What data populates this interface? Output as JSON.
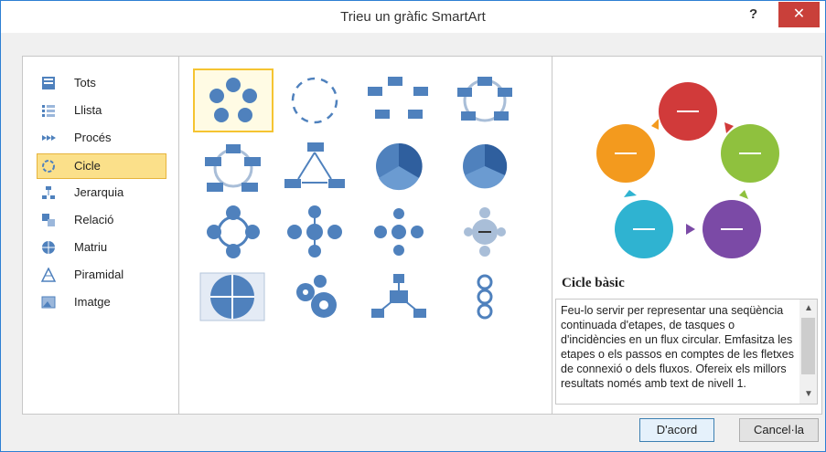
{
  "dialog": {
    "title": "Trieu un gràfic SmartArt",
    "help": "?",
    "close": "✕"
  },
  "categories": [
    {
      "label": "Tots",
      "icon": "all-icon",
      "selected": false
    },
    {
      "label": "Llista",
      "icon": "list-icon",
      "selected": false
    },
    {
      "label": "Procés",
      "icon": "process-icon",
      "selected": false
    },
    {
      "label": "Cicle",
      "icon": "cycle-icon",
      "selected": true
    },
    {
      "label": "Jerarquia",
      "icon": "hierarchy-icon",
      "selected": false
    },
    {
      "label": "Relació",
      "icon": "relationship-icon",
      "selected": false
    },
    {
      "label": "Matriu",
      "icon": "matrix-icon",
      "selected": false
    },
    {
      "label": "Piramidal",
      "icon": "pyramid-icon",
      "selected": false
    },
    {
      "label": "Imatge",
      "icon": "picture-icon",
      "selected": false
    }
  ],
  "gallery": {
    "selected_index": 0,
    "layouts": [
      "basic-cycle",
      "text-cycle",
      "block-cycle",
      "nondirectional-cycle",
      "continuous-cycle",
      "multidirectional-cycle",
      "segmented-cycle",
      "basic-pie",
      "hexagon-radial",
      "radial-cycle",
      "basic-radial",
      "diverging-radial",
      "cycle-matrix",
      "gear",
      "radial-cluster",
      "circle-arrow-process"
    ]
  },
  "preview": {
    "title": "Cicle bàsic",
    "description": "Feu-lo servir per representar una seqüència continuada d'etapes, de tasques o d'incidències en un flux circular. Emfasitza les etapes o els passos en comptes de les fletxes de connexió o dels fluxos. Ofereix els millors resultats només amb text de nivell 1.",
    "colors": {
      "red": "#d13a3a",
      "green": "#8fc13e",
      "purple": "#7b4aa6",
      "teal": "#2fb3d1",
      "orange": "#f39a1e"
    }
  },
  "buttons": {
    "ok": "D'acord",
    "cancel": "Cancel·la"
  }
}
